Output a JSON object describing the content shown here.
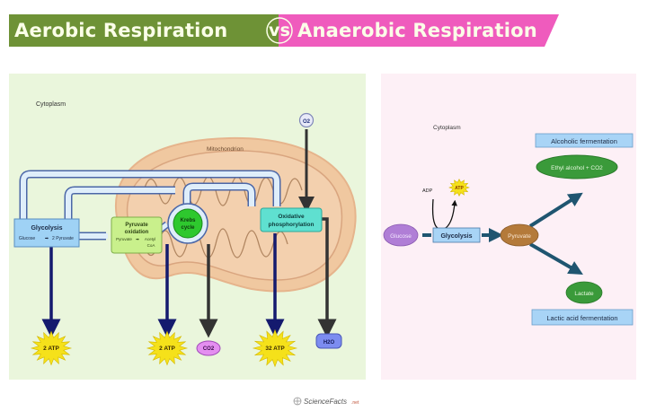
{
  "header": {
    "left_title": "Aerobic Respiration",
    "vs_label": "vs",
    "right_title": "Anaerobic Respiration",
    "colors": {
      "aerobic": "#6e9236",
      "anaerobic": "#ef5bbd"
    }
  },
  "aerobic": {
    "cytoplasm_label": "Cytoplasm",
    "mitochondrion_label": "Mitochondrion",
    "oxygen_label": "O2",
    "glycolysis": {
      "title": "Glycolysis",
      "reaction_from": "Glucose",
      "reaction_to": "2 Pyruvate"
    },
    "pyruvate_oxidation": {
      "title_line1": "Pyruvate",
      "title_line2": "oxidation",
      "reaction_from": "Pyruvate",
      "reaction_to_line1": "Acetyl",
      "reaction_to_line2": "CoA"
    },
    "krebs": {
      "line1": "Krebs",
      "line2": "cycle"
    },
    "oxidative": {
      "line1": "Oxidative",
      "line2": "phosphorylation"
    },
    "outputs": [
      {
        "id": "glycolysis-atp",
        "label": "2 ATP",
        "type": "atp"
      },
      {
        "id": "krebs-atp",
        "label": "2 ATP",
        "type": "atp"
      },
      {
        "id": "co2",
        "label": "CO2",
        "type": "co2"
      },
      {
        "id": "oxphos-atp",
        "label": "32 ATP",
        "type": "atp"
      },
      {
        "id": "water",
        "label": "H2O",
        "type": "h2o"
      }
    ]
  },
  "anaerobic": {
    "cytoplasm_label": "Cytoplasm",
    "adp_label": "ADP",
    "atp_label": "ATP",
    "glucose_label": "Glucose",
    "glycolysis_label": "Glycolysis",
    "pyruvate_label": "Pyruvate",
    "alcoholic_label": "Alcoholic fermentation",
    "ethyl_label": "Ethyl alcohol + CO2",
    "lactate_label": "Lactate",
    "lactic_label": "Lactic acid fermentation"
  },
  "footer": {
    "brand": "ScienceFacts",
    "suffix": ".net"
  }
}
